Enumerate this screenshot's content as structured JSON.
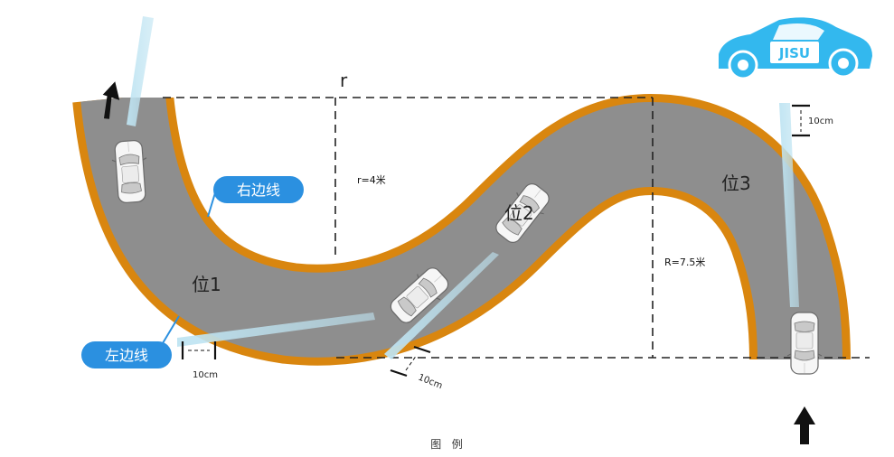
{
  "diagram": {
    "radius_label": "r",
    "small_radius_label": "r=4米",
    "large_radius_label": "R=7.5米",
    "position_labels": [
      "位1",
      "位2",
      "位3"
    ],
    "right_edge_label": "右边线",
    "left_edge_label": "左边线",
    "dimension_labels": [
      "10cm",
      "10cm",
      "10cm"
    ],
    "caption": "图   例",
    "logo_text": "JISU"
  },
  "colors": {
    "road": "#8e8e8e",
    "edge": "#d9860f",
    "pill": "#2b90e0",
    "logo": "#33b8ee",
    "sightline": "#bfe4f2"
  },
  "icons": [
    "up-arrow-icon",
    "car-icon",
    "car-logo-icon"
  ]
}
